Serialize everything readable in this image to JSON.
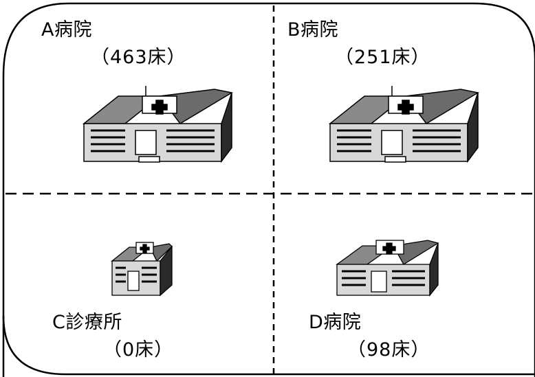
{
  "facilities": [
    {
      "key": "a",
      "name": "A病院",
      "beds": "（463床）",
      "size": "large"
    },
    {
      "key": "b",
      "name": "B病院",
      "beds": "（251床）",
      "size": "large"
    },
    {
      "key": "c",
      "name": "C診療所",
      "beds": "（0床）",
      "size": "small"
    },
    {
      "key": "d",
      "name": "D病院",
      "beds": "（98床）",
      "size": "medium"
    }
  ],
  "colors": {
    "line": "#000000",
    "roof": "#6b6b6b",
    "wall": "#d8d8d8",
    "shade": "#2a2a2a"
  },
  "icons": {
    "hospital_building": "hospital-building-icon",
    "clinic_building": "clinic-building-icon"
  }
}
